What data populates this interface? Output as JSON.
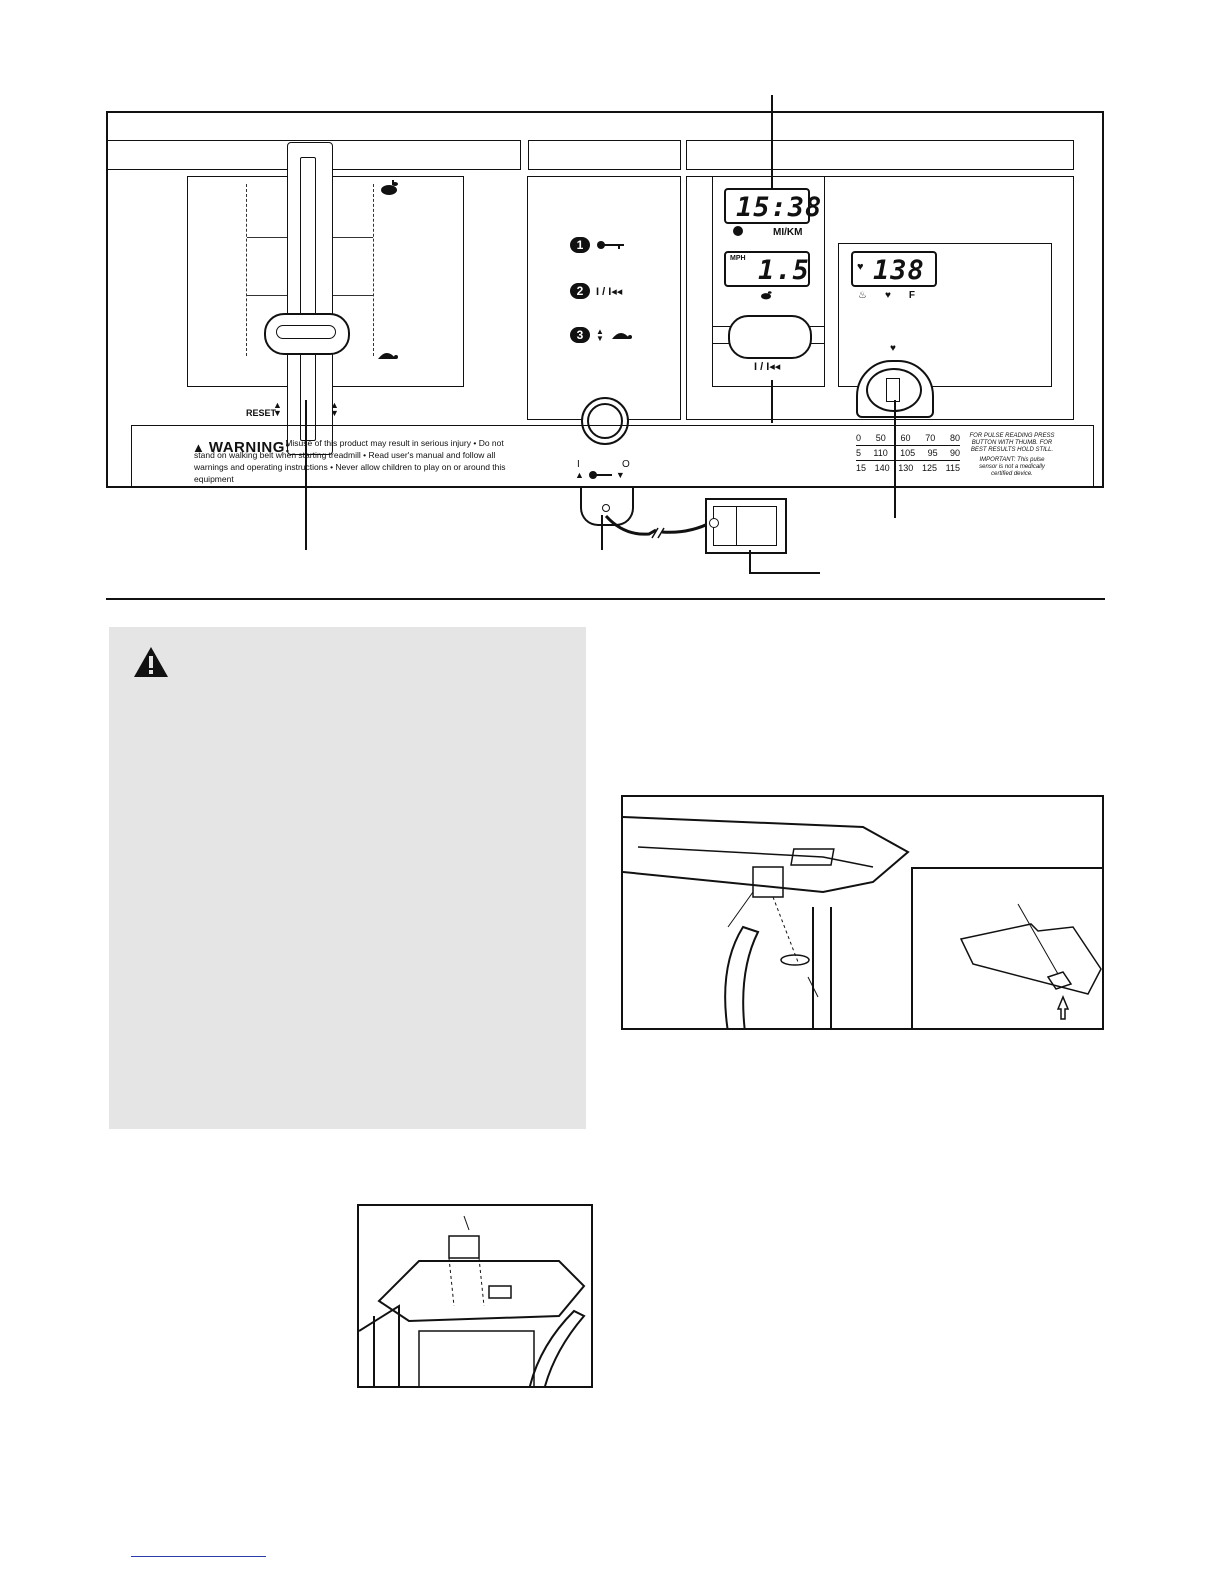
{
  "console": {
    "time_display": "15:38",
    "time_unit_label": "MI/KM",
    "speed_unit_label": "MPH",
    "speed_display": "1.5",
    "pulse_display": "138",
    "fat_burn_label": "F",
    "start_stop_label": "I / I◂◂",
    "reset_label": "RESET",
    "step1_num": "1",
    "step2_num": "2",
    "step2_label": "I / I◂◂",
    "step3_num": "3",
    "warning_title": "WARNING:",
    "warning_text": "• Misuse of this product may result in serious injury • Do not stand on walking belt when starting treadmill • Read user's manual and follow all warnings and operating instructions • Never allow children to play on or around this equipment",
    "key_on_label": "I",
    "key_off_label": "O",
    "pulse_chart": {
      "row1": [
        "0",
        "50",
        "60",
        "70",
        "80"
      ],
      "row2": [
        "5",
        "110",
        "105",
        "95",
        "90"
      ],
      "row3": [
        "15",
        "140",
        "130",
        "125",
        "115"
      ]
    },
    "pulse_instructions": "FOR PULSE READING PRESS BUTTON WITH THUMB. FOR BEST RESULTS HOLD STILL.",
    "pulse_important": "IMPORTANT: This pulse sensor is not a medically certified device."
  },
  "icons": [
    "hare-icon",
    "tortoise-icon",
    "key-icon",
    "heart-icon",
    "clock-icon",
    "warning-triangle-icon",
    "flame-icon",
    "up-down-arrow-icon"
  ]
}
